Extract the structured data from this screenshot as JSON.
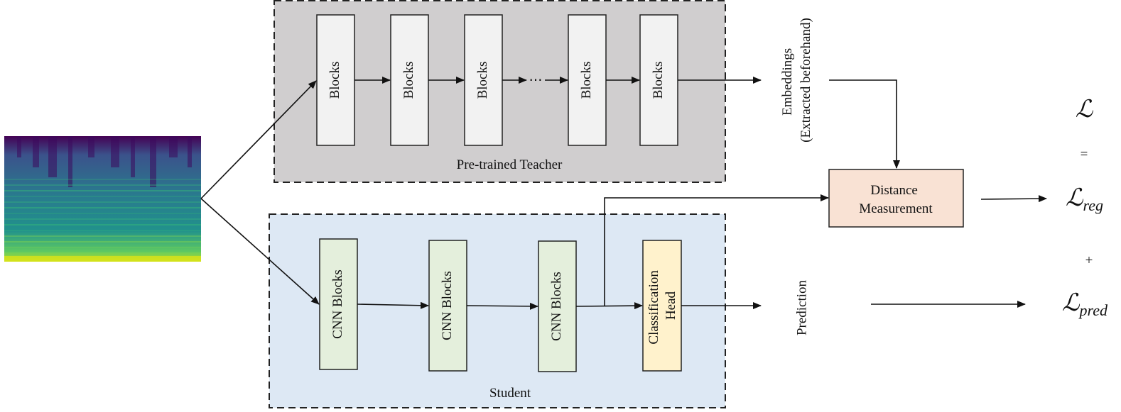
{
  "teacher": {
    "label": "Pre-trained Teacher",
    "blocks": [
      "Blocks",
      "Blocks",
      "Blocks",
      "Blocks",
      "Blocks"
    ],
    "ellipsis": "⋯",
    "fill": "#d0cecf"
  },
  "student": {
    "label": "Student",
    "cnn_blocks": [
      "CNN Blocks",
      "CNN Blocks",
      "CNN Blocks"
    ],
    "head_lines": [
      "Classification",
      "Head"
    ],
    "fill": "#dde8f4",
    "cnn_fill": "#e4efdc",
    "head_fill": "#fff2cc"
  },
  "embeddings": {
    "lines": [
      "Embeddings",
      "(Extracted beforehand)"
    ]
  },
  "distance": {
    "lines": [
      "Distance",
      "Measurement"
    ],
    "fill": "#f9e2d4"
  },
  "prediction": {
    "label": "Prediction"
  },
  "loss": {
    "total": "ℒ",
    "equals": "=",
    "reg_symbol": "ℒ",
    "reg_sub": "reg",
    "plus": "+",
    "pred_symbol": "ℒ",
    "pred_sub": "pred"
  },
  "spectrogram": {
    "colormap": [
      "#440154",
      "#3b528b",
      "#21918c",
      "#5ec962",
      "#fde725"
    ]
  }
}
